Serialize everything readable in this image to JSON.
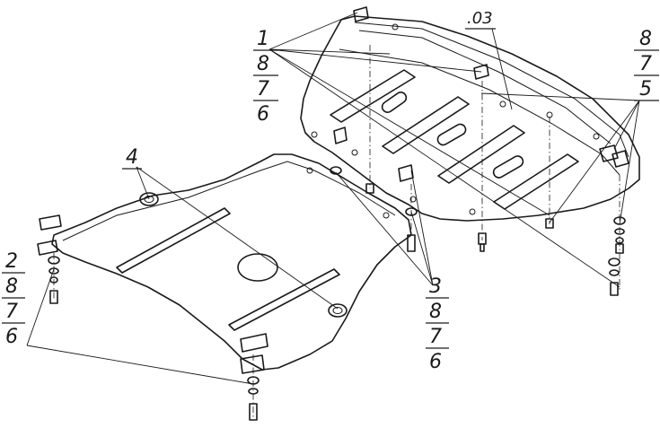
{
  "callouts": {
    "front_stack": [
      "1",
      "8",
      "7",
      "6"
    ],
    "right_stack": [
      "8",
      "7",
      "5"
    ],
    "left_stack": [
      "2",
      "8",
      "7",
      "6"
    ],
    "middle_stack": [
      "3",
      "8",
      "7",
      "6"
    ],
    "part_4": "4",
    "part_03": ".03"
  }
}
